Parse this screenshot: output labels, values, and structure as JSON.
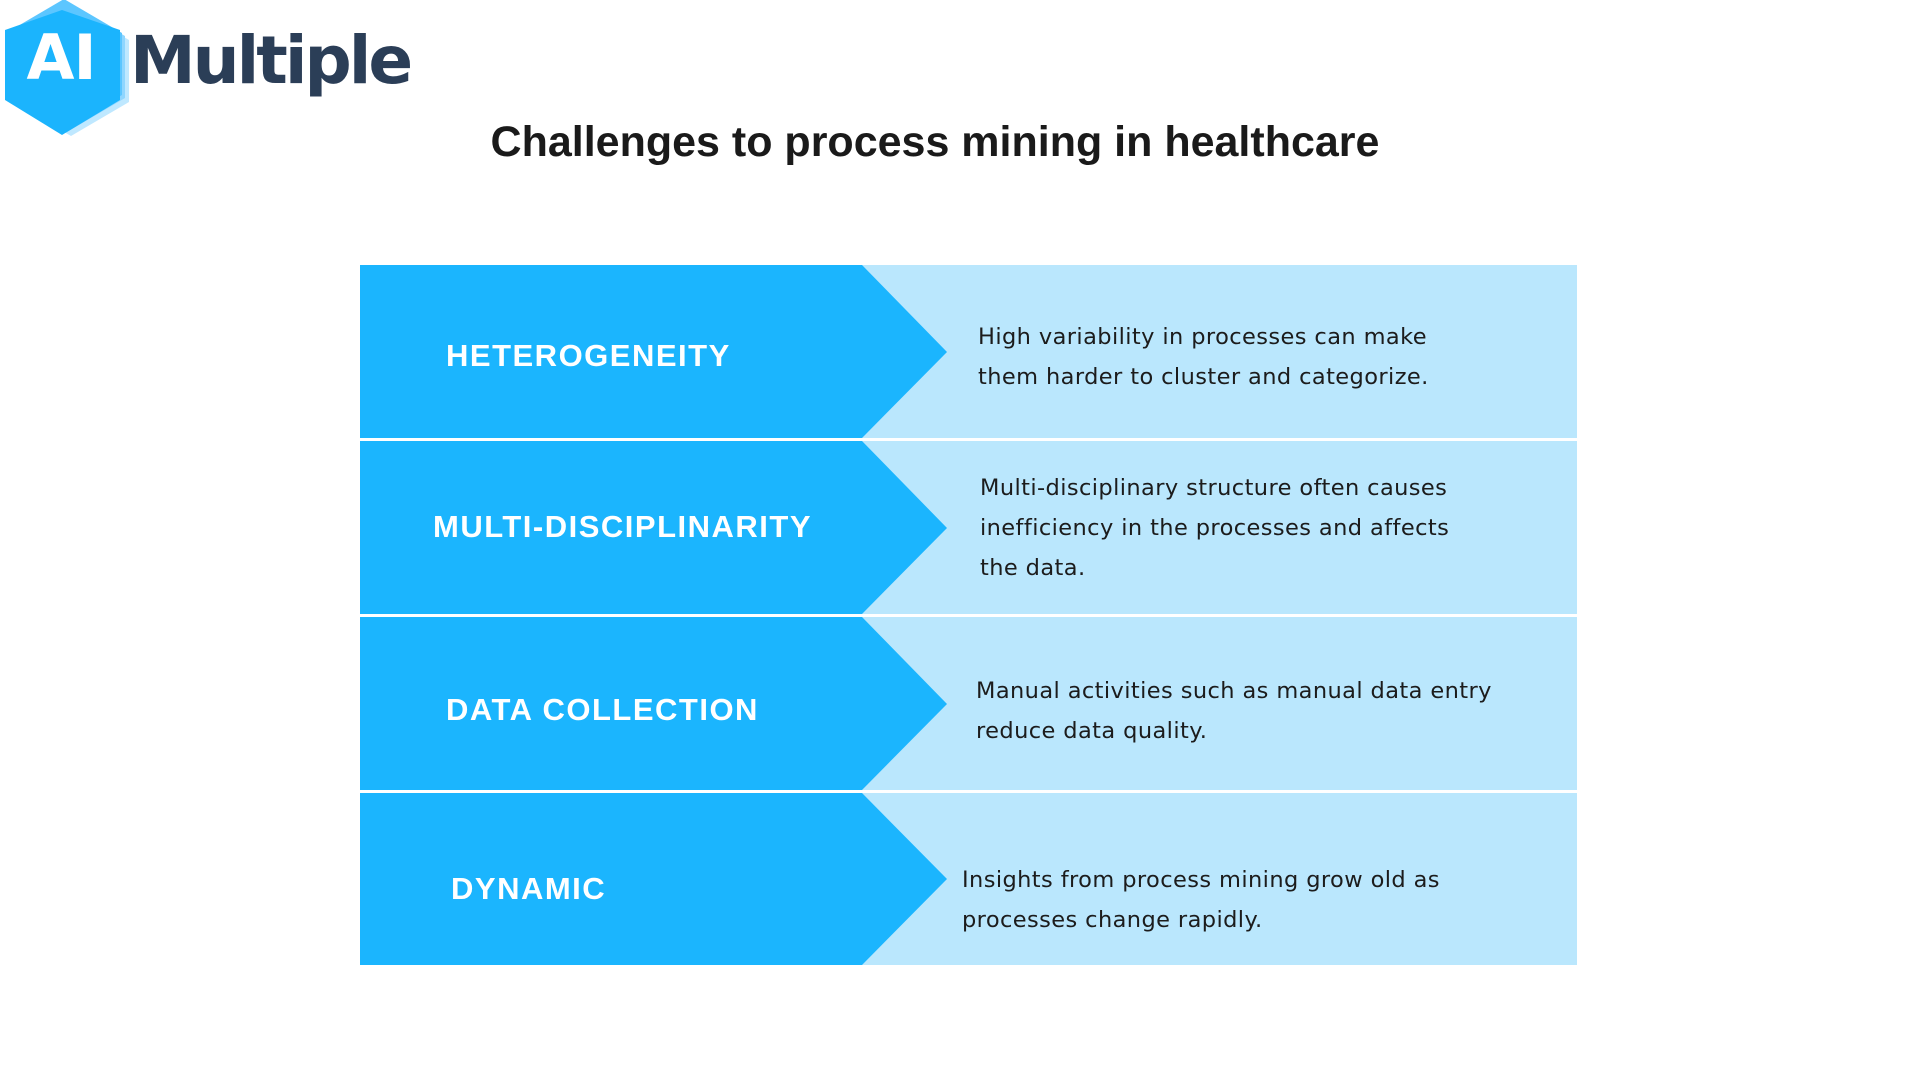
{
  "logo": {
    "badge_text": "AI",
    "wordmark": "Multiple",
    "badge_color": "#1bb4fd",
    "wordmark_color": "#2b3e57"
  },
  "title": "Challenges to process mining in healthcare",
  "colors": {
    "arrow": "#1bb5fe",
    "panel": "#bae7fd",
    "label_text": "#ffffff",
    "desc_text": "#1c1c1c"
  },
  "challenges": [
    {
      "label": "HETEROGENEITY",
      "description": "High variability in processes can make\nthem harder to cluster and categorize."
    },
    {
      "label": "MULTI-DISCIPLINARITY",
      "description": "Multi-disciplinary structure often causes\ninefficiency in the processes and affects\nthe data."
    },
    {
      "label": "DATA COLLECTION",
      "description": "Manual activities such as manual data entry\nreduce data quality."
    },
    {
      "label": "DYNAMIC",
      "description": "Insights from process mining grow old as\nprocesses change rapidly."
    }
  ]
}
